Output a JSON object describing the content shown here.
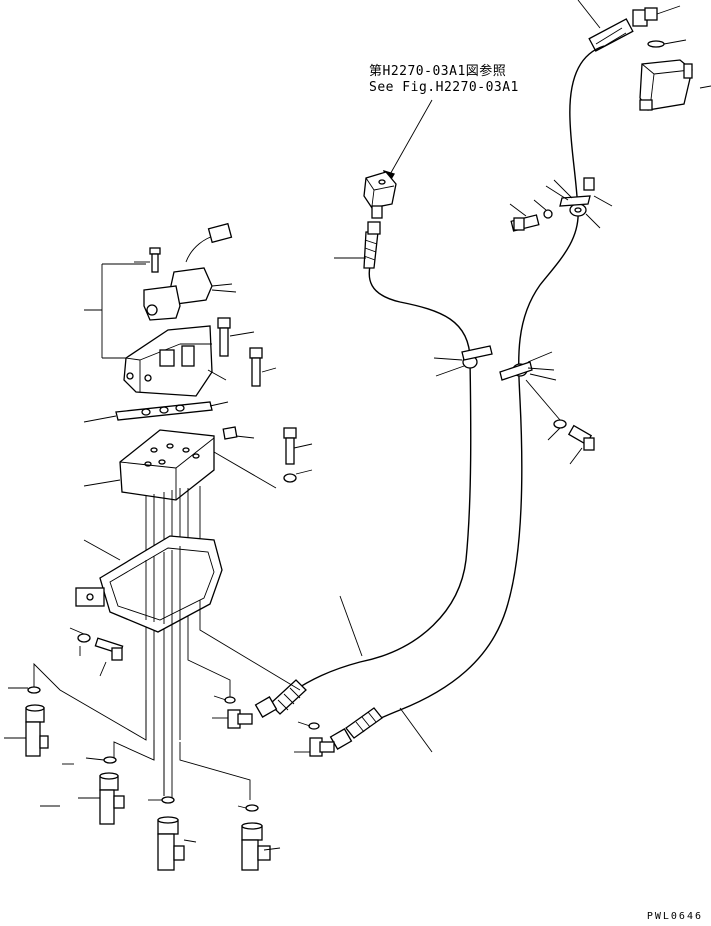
{
  "reference": {
    "japanese": "第H2270-03A1図参照",
    "english": "See Fig.H2270-03A1"
  },
  "drawing_code": "PWL0646"
}
